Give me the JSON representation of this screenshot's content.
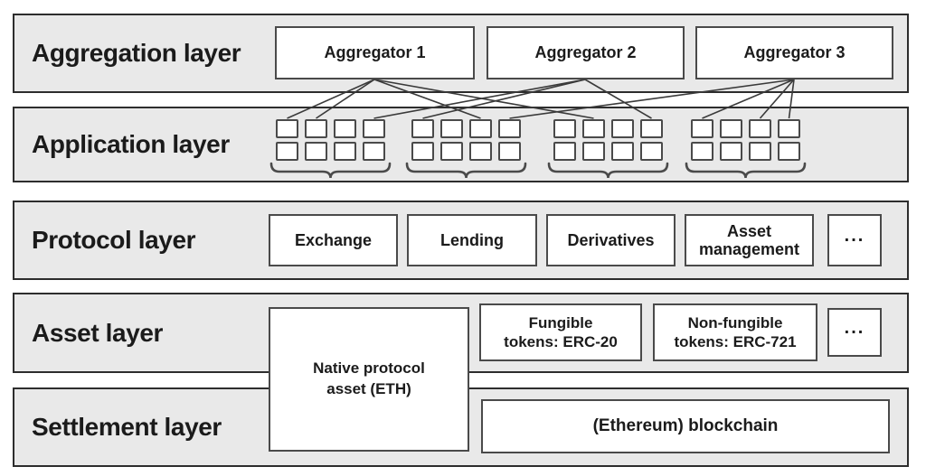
{
  "layers": [
    {
      "label": "Aggregation layer"
    },
    {
      "label": "Application layer"
    },
    {
      "label": "Protocol layer"
    },
    {
      "label": "Asset layer"
    },
    {
      "label": "Settlement layer"
    }
  ],
  "aggregation_boxes": [
    {
      "label": "Aggregator 1"
    },
    {
      "label": "Aggregator 2"
    },
    {
      "label": "Aggregator 3"
    }
  ],
  "application": {
    "cluster_count": 4,
    "squares_per_cluster": 8,
    "connections": [
      [
        0,
        0,
        0
      ],
      [
        0,
        0,
        1
      ],
      [
        0,
        1,
        2
      ],
      [
        0,
        2,
        1
      ],
      [
        1,
        0,
        3
      ],
      [
        1,
        1,
        0
      ],
      [
        1,
        2,
        3
      ],
      [
        2,
        1,
        3
      ],
      [
        2,
        3,
        0
      ],
      [
        2,
        3,
        2
      ],
      [
        2,
        3,
        3
      ]
    ]
  },
  "protocol_boxes": [
    {
      "lines": [
        "Exchange"
      ]
    },
    {
      "lines": [
        "Lending"
      ]
    },
    {
      "lines": [
        "Derivatives"
      ]
    },
    {
      "lines": [
        "Asset",
        "management"
      ]
    },
    {
      "lines": [
        "..."
      ]
    }
  ],
  "asset_boxes": [
    {
      "lines": [
        "Fungible",
        "tokens: ERC-20"
      ]
    },
    {
      "lines": [
        "Non-fungible",
        "tokens: ERC-721"
      ]
    },
    {
      "lines": [
        "..."
      ]
    }
  ],
  "native_asset_box": {
    "lines": [
      "Native protocol",
      "asset (ETH)"
    ]
  },
  "settlement_box": {
    "label": "(Ethereum) blockchain"
  },
  "colors": {
    "band_fill": "#e9e9e9",
    "band_border": "#2d2d2d",
    "box_border": "#4a4a4a",
    "connector_line": "#3a3a3a",
    "text": "#1b1b1b",
    "background": "#ffffff"
  }
}
